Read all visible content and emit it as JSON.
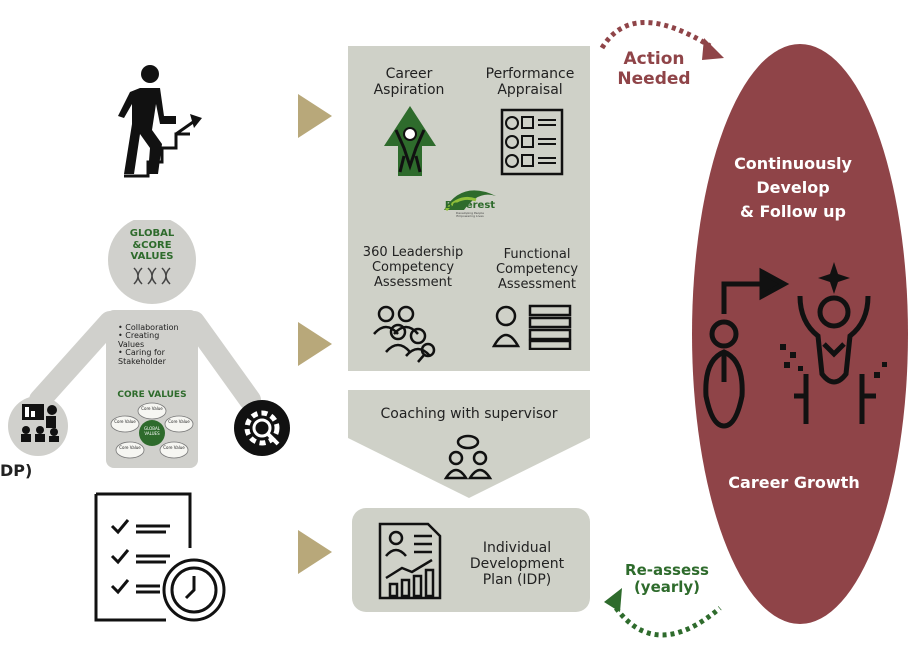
{
  "step1": {
    "career_aspiration": "Career\nAspiration",
    "performance_appraisal": "Performance\nAppraisal"
  },
  "brand": {
    "logo_text": "Beverest",
    "logo_sub": "Developing People\nEmpowering Lives"
  },
  "step2": {
    "leadership": "360 Leadership\nCompetency\nAssessment",
    "functional": "Functional\nCompetency\nAssessment"
  },
  "coaching": "Coaching with supervisor",
  "idp": "Individual\nDevelopment\nPlan (IDP)",
  "left_cut_text": "DP)",
  "values": {
    "title": "GLOBAL\n&CORE\nVALUES",
    "bullets": [
      "• Collaboration",
      "• Creating\n  Values",
      "• Caring for\n  Stakeholder"
    ],
    "core_title": "CORE VALUES",
    "core_center": "GLOBAL\nVALUES",
    "core_petal": "Core Value"
  },
  "oval": {
    "top": "Continuously\nDevelop\n& Follow up",
    "bottom": "Career Growth"
  },
  "action_needed": "Action\nNeeded",
  "reassess": "Re-assess\n(yearly)",
  "colors": {
    "panel": "#cfd1c8",
    "arrow": "#b8a87a",
    "oval": "#8f4448",
    "green": "#2e6b2c"
  }
}
